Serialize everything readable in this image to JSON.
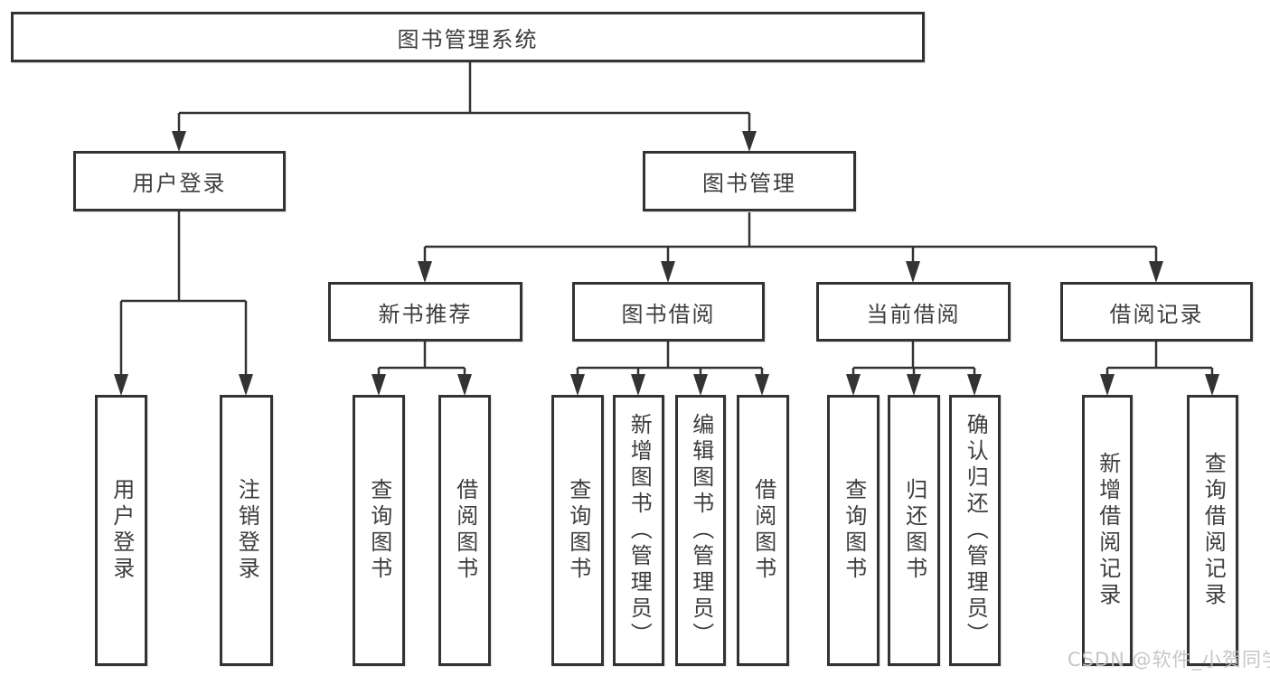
{
  "nodes": {
    "root": "图书管理系统",
    "branches": [
      {
        "label": "用户登录",
        "children": [
          "用户登录",
          "注销登录"
        ]
      },
      {
        "label": "图书管理",
        "sections": [
          {
            "label": "新书推荐",
            "children": [
              "查询图书",
              "借阅图书"
            ]
          },
          {
            "label": "图书借阅",
            "children": [
              "查询图书",
              "新增图书（管理员）",
              "编辑图书（管理员）",
              "借阅图书"
            ]
          },
          {
            "label": "当前借阅",
            "children": [
              "查询图书",
              "归还图书",
              "确认归还（管理员）"
            ]
          },
          {
            "label": "借阅记录",
            "children": [
              "新增借阅记录",
              "查询借阅记录"
            ]
          }
        ]
      }
    ]
  },
  "watermark": "CSDN @软件_小贺同学",
  "colors": {
    "line": "#333333",
    "text": "#3d3d3d",
    "watermark": "#c2c2c2",
    "background": "#ffffff"
  }
}
